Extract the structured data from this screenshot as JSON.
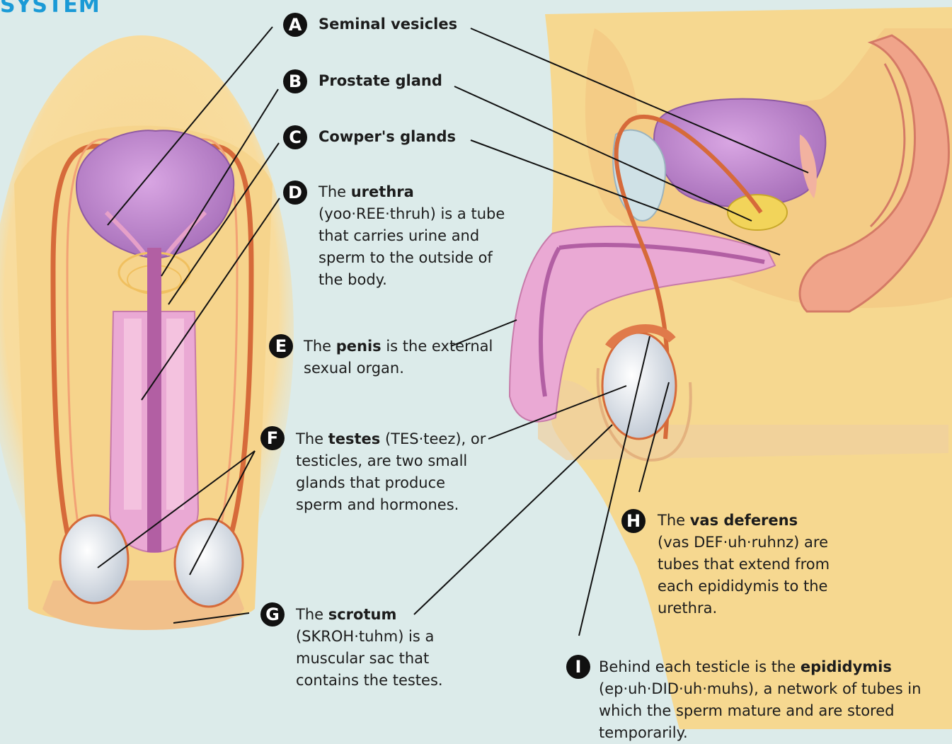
{
  "heading": "SYSTEM",
  "colors": {
    "background": "#dcebea",
    "skin": "#f6d890",
    "bladder": "#bf88cf",
    "tissue": "#eaa9d4",
    "vessel": "#d66a3a",
    "heading": "#1a9ad6"
  },
  "labels": [
    {
      "id": "A",
      "pre": "",
      "term": "Seminal vesicles",
      "post": ""
    },
    {
      "id": "B",
      "pre": "",
      "term": "Prostate gland",
      "post": ""
    },
    {
      "id": "C",
      "pre": "",
      "term": "Cowper's glands",
      "post": ""
    },
    {
      "id": "D",
      "pre": "The ",
      "term": "urethra",
      "post": "(yoo·REE·thruh) is a tube that carries urine and sperm to the outside of the body."
    },
    {
      "id": "E",
      "pre": "The ",
      "term": "penis",
      "post": " is the external sexual organ."
    },
    {
      "id": "F",
      "pre": "The ",
      "term": "testes",
      "post": " (TES·teez), or testicles, are two small glands that produce sperm and hormones."
    },
    {
      "id": "G",
      "pre": "The ",
      "term": "scrotum",
      "post": "(SKROH·tuhm) is a muscular sac that contains the testes."
    },
    {
      "id": "H",
      "pre": "The ",
      "term": "vas deferens",
      "post": "(vas DEF·uh·ruhnz) are tubes that extend from each epididymis to the urethra."
    },
    {
      "id": "I",
      "pre": "Behind each testicle is the ",
      "term": "epididymis",
      "post": "(ep·uh·DID·uh·muhs), a network of tubes in which the sperm mature and are stored temporarily."
    }
  ]
}
